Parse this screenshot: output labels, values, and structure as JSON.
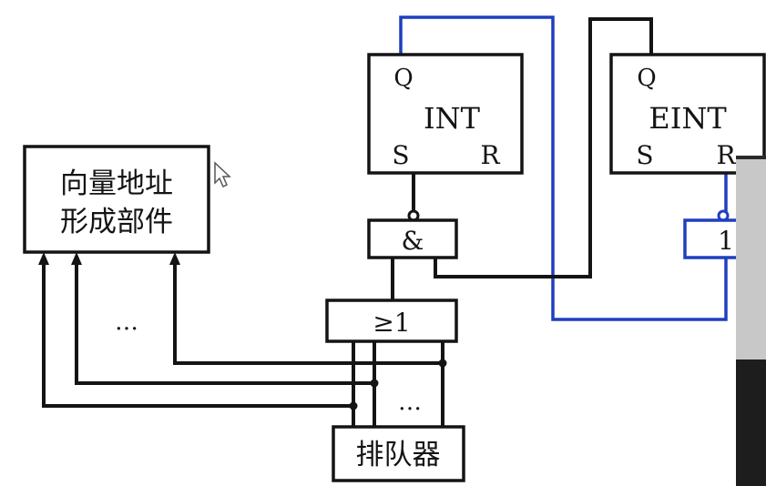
{
  "colors": {
    "wire": "#141414",
    "highlight_wire": "#1f3fbf",
    "overlay": "#2a2a2a"
  },
  "blocks": {
    "vector_addr": {
      "line1": "向量地址",
      "line2": "形成部件"
    },
    "int_ff": {
      "q": "Q",
      "name": "INT",
      "s": "S",
      "r": "R"
    },
    "eint_ff": {
      "q": "Q",
      "name": "EINT",
      "s": "S",
      "r": "R"
    },
    "and_gate": {
      "label": "&"
    },
    "or_gate": {
      "label": "≥1"
    },
    "not_gate": {
      "label": "1"
    },
    "queue": {
      "label": "排队器"
    }
  },
  "ellipsis": {
    "left": "…",
    "right": "…"
  },
  "cursor_icon": "pointer-arrow-icon"
}
